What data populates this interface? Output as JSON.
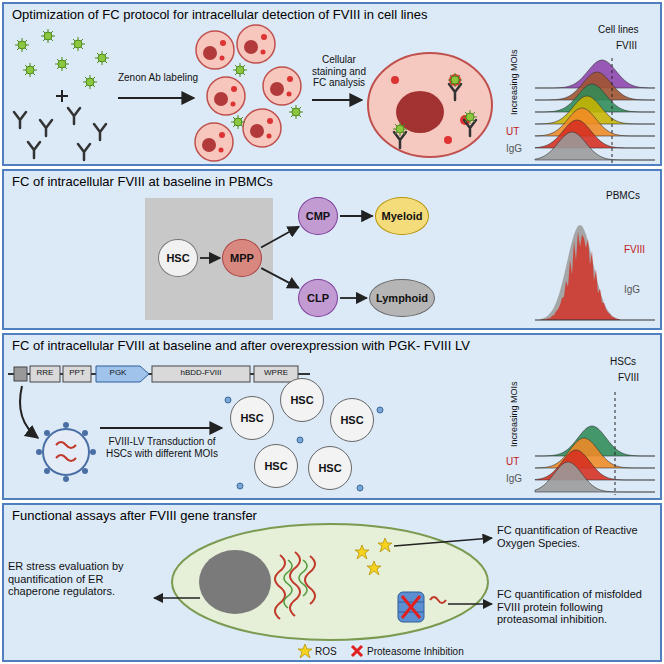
{
  "diagram": {
    "nodes": [
      {
        "text": [
          "Optimization of FC protocol for intracellular detection of FVIII in cell lines"
        ]
      },
      {
        "text": [
          "FC of intracellular FVIII at baseline in PBMCs"
        ]
      },
      {
        "text": [
          "HSC"
        ],
        "in": 1
      },
      {
        "text": [
          "MPP"
        ],
        "in": 1
      },
      {
        "text": [
          "CMP"
        ],
        "in": 1
      },
      {
        "text": [
          "Myeloid"
        ],
        "in": 1
      },
      {
        "text": [
          "CLP"
        ],
        "in": 1
      },
      {
        "text": [
          "Lymphoid"
        ],
        "in": 1
      },
      {
        "text": [
          "FC of intracellular FVIII at baseline and after overexpression with PGK- FVIII LV"
        ]
      },
      {
        "text": [
          "HSC"
        ],
        "in": 8
      },
      {
        "text": [
          "HSC"
        ],
        "in": 8
      },
      {
        "text": [
          "HSC"
        ],
        "in": 8
      },
      {
        "text": [
          "HSC"
        ],
        "in": 8
      },
      {
        "text": [
          "HSC"
        ],
        "in": 8
      },
      {
        "text": [
          "Functional assays after FVIII gene transfer"
        ]
      }
    ],
    "edges": [
      {
        "from": 2,
        "to": 3,
        "arrow": "to"
      },
      {
        "from": 3,
        "to": 4,
        "arrow": "to"
      },
      {
        "from": 3,
        "to": 6,
        "arrow": "to"
      },
      {
        "from": 4,
        "to": 5,
        "arrow": "to"
      },
      {
        "from": 6,
        "to": 7,
        "arrow": "to"
      }
    ],
    "labels": [
      "Zenon Ab labeling",
      "Cellular staining and FC analysis",
      "Cell lines",
      "FVIII",
      "Increasing MOIs",
      "UT",
      "IgG",
      "PBMCs",
      "FVIII",
      "IgG",
      "RRE",
      "PPT",
      "PGK",
      "hBDD-FVIII",
      "WPRE",
      "FVIII-LV Transduction of HSCs with different MOIs",
      "HSCs",
      "FVIII",
      "Increasing MOIs",
      "UT",
      "IgG",
      "ER stress evaluation by quantification of ER chaperone regulators.",
      "FC quantification of Reactive Oxygen Species.",
      "FC quantification of misfolded FVIII protein following proteasomal inhibition."
    ],
    "legend": [
      {
        "text": "ROS"
      },
      {
        "text": "Proteasome Inhibition"
      }
    ]
  }
}
